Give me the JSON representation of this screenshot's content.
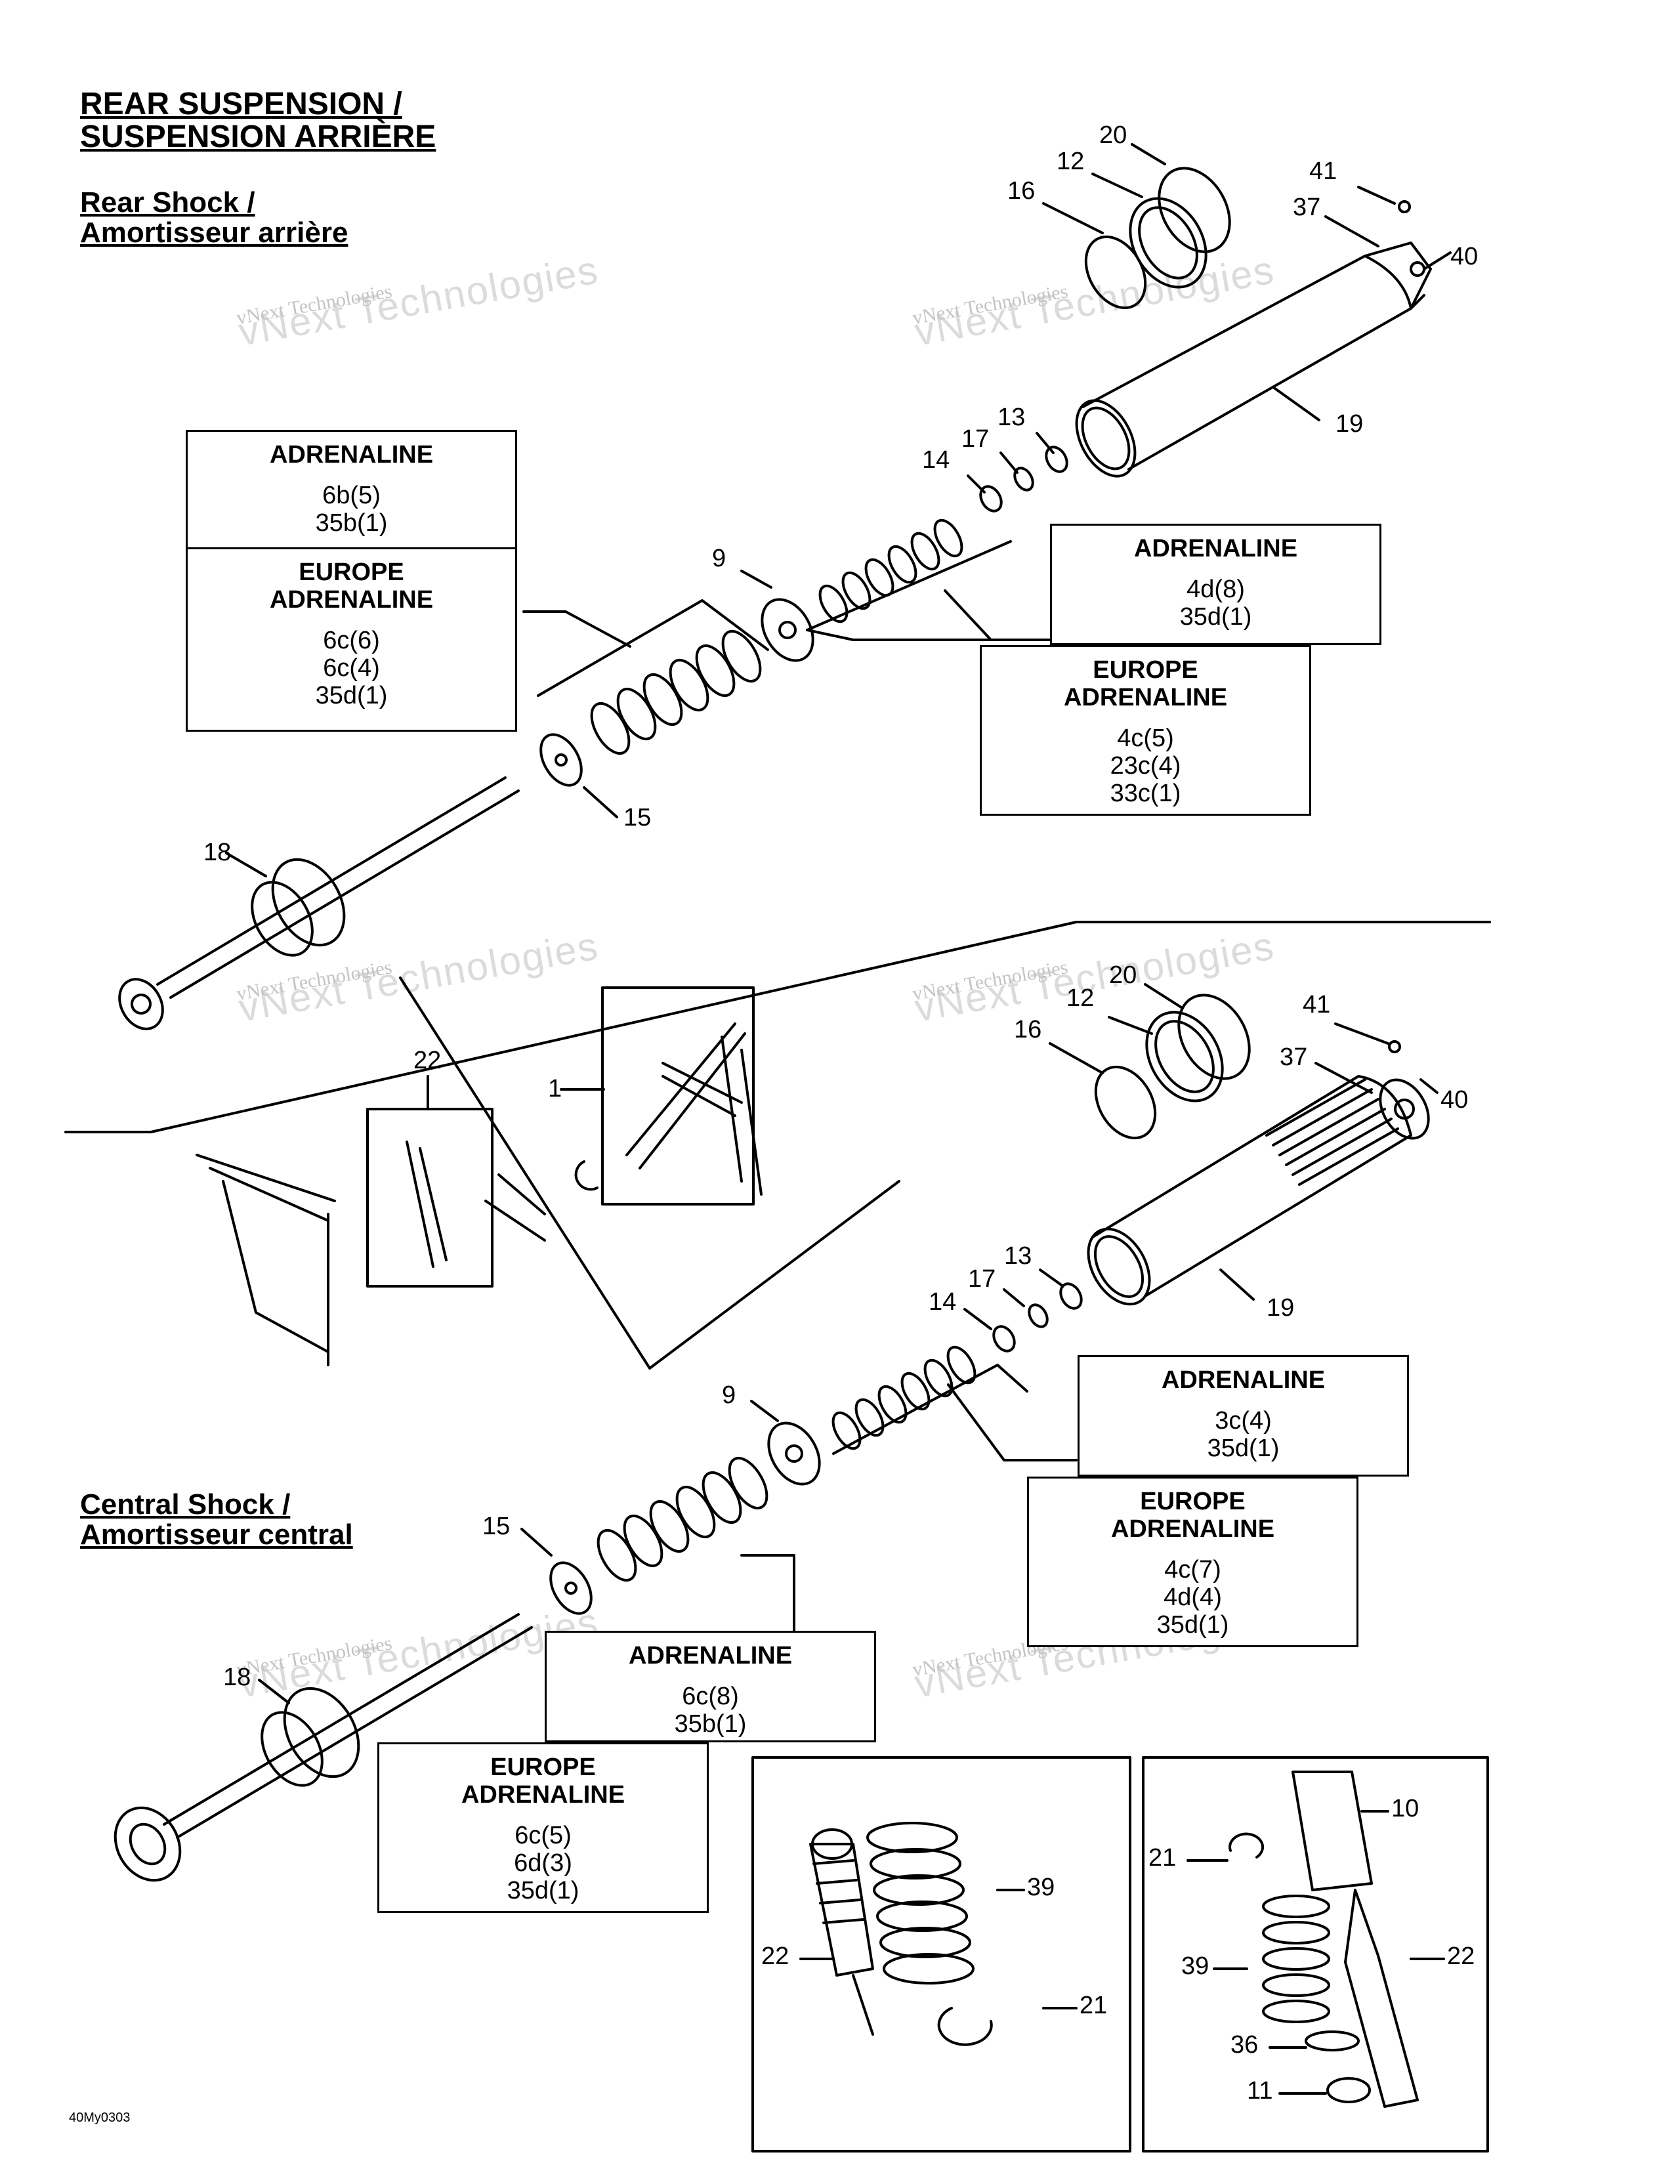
{
  "titles": {
    "main_line1": "REAR SUSPENSION /",
    "main_line2": "SUSPENSION ARRIÈRE",
    "rear_line1": "Rear Shock /",
    "rear_line2": "Amortisseur arrière",
    "central_line1": "Central Shock /",
    "central_line2": "Amortisseur central"
  },
  "spec_boxes": {
    "rear_left": {
      "a_header": "ADRENALINE",
      "a_codes": [
        "6b(5)",
        "35b(1)"
      ],
      "b_header": "EUROPE ADRENALINE",
      "b_codes": [
        "6c(6)",
        "6c(4)",
        "35d(1)"
      ]
    },
    "rear_right_a": {
      "header": "ADRENALINE",
      "codes": [
        "4d(8)",
        "35d(1)"
      ]
    },
    "rear_right_b": {
      "header": "EUROPE ADRENALINE",
      "codes": [
        "4c(5)",
        "23c(4)",
        "33c(1)"
      ]
    },
    "central_right_a": {
      "header": "ADRENALINE",
      "codes": [
        "3c(4)",
        "35d(1)"
      ]
    },
    "central_right_b": {
      "header": "EUROPE ADRENALINE",
      "codes": [
        "4c(7)",
        "4d(4)",
        "35d(1)"
      ]
    },
    "central_mid": {
      "header": "ADRENALINE",
      "codes": [
        "6c(8)",
        "35b(1)"
      ]
    },
    "central_left": {
      "header": "EUROPE ADRENALINE",
      "codes": [
        "6c(5)",
        "6d(3)",
        "35d(1)"
      ]
    }
  },
  "callouts": {
    "rear": [
      "20",
      "12",
      "16",
      "41",
      "37",
      "40",
      "19",
      "13",
      "17",
      "14",
      "9",
      "15",
      "18"
    ],
    "central": [
      "1",
      "22",
      "20",
      "12",
      "16",
      "41",
      "37",
      "40",
      "19",
      "13",
      "17",
      "14",
      "9",
      "15",
      "18"
    ],
    "detail_left": [
      "39",
      "22",
      "21"
    ],
    "detail_right": [
      "10",
      "21",
      "39",
      "22",
      "36",
      "11"
    ]
  },
  "watermark": {
    "line1": "vNext Technologies",
    "line2": "vNext Technologies"
  },
  "footer_code": "40My0303"
}
